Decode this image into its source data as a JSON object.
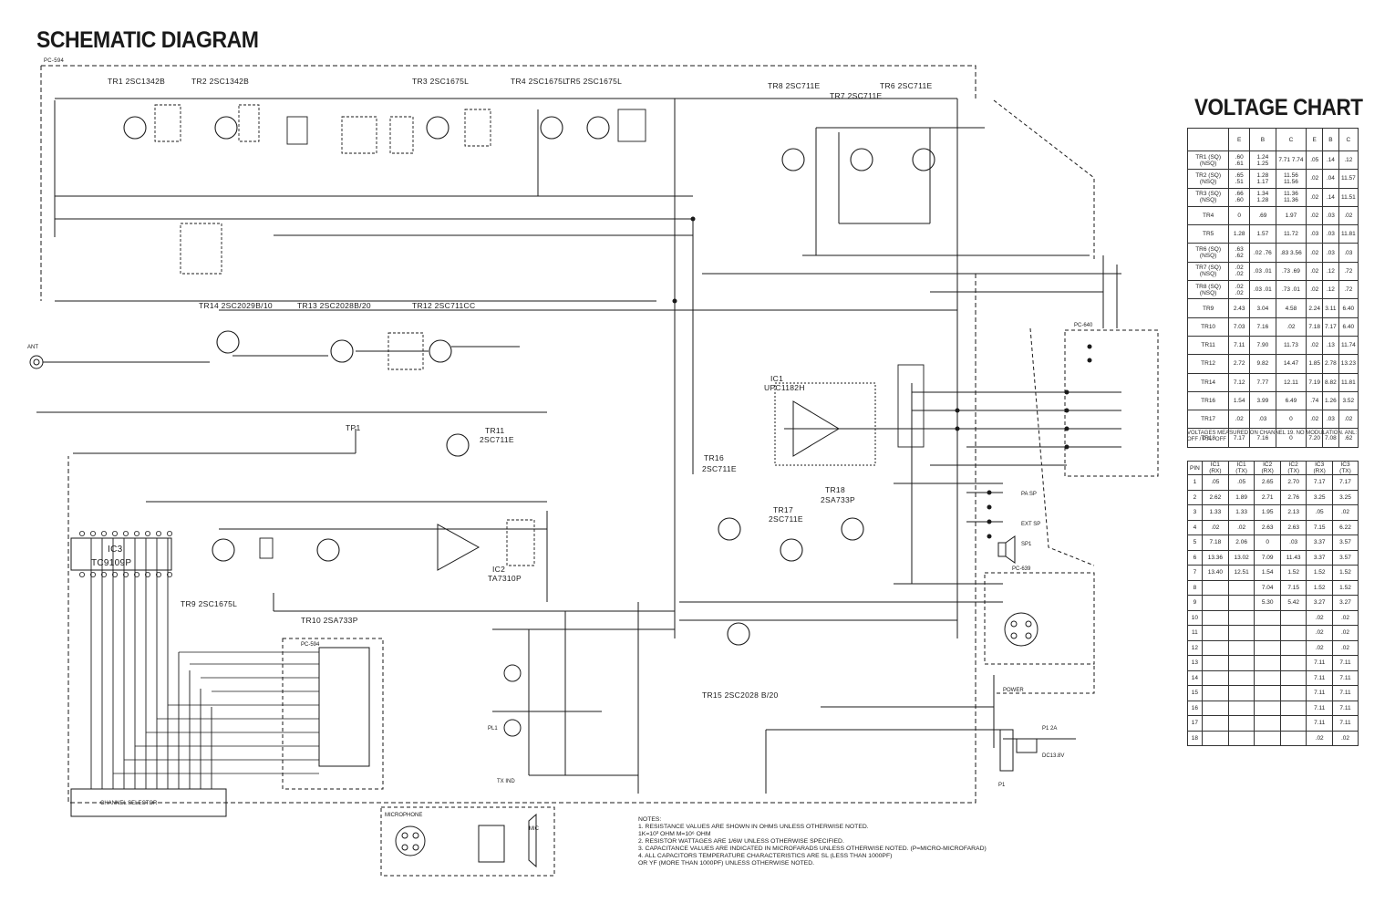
{
  "title": "SCHEMATIC DIAGRAM",
  "board_labels": {
    "main": "PC-594",
    "sub_ch": "PC-594",
    "pc640": "PC-640",
    "pc639": "PC-639"
  },
  "transistors": [
    {
      "id": "tr1",
      "label": "TR1  2SC1342B"
    },
    {
      "id": "tr2",
      "label": "TR2  2SC1342B"
    },
    {
      "id": "tr3",
      "label": "TR3  2SC1675L"
    },
    {
      "id": "tr4",
      "label": "TR4  2SC1675L"
    },
    {
      "id": "tr5",
      "label": "TR5  2SC1675L"
    },
    {
      "id": "tr8",
      "label": "TR8  2SC711E"
    },
    {
      "id": "tr7",
      "label": "TR7  2SC711E"
    },
    {
      "id": "tr6",
      "label": "TR6  2SC711E"
    },
    {
      "id": "tr14",
      "label": "TR14  2SC2029B/10"
    },
    {
      "id": "tr13",
      "label": "TR13  2SC2028B/20"
    },
    {
      "id": "tr12",
      "label": "TR12  2SC711CC"
    },
    {
      "id": "tr11",
      "label": "TR11 2SC711E"
    },
    {
      "id": "tr16",
      "label": "TR16 2SC711E"
    },
    {
      "id": "tr17",
      "label": "TR17 2SC711E"
    },
    {
      "id": "tr18",
      "label": "TR18 2SA733P"
    },
    {
      "id": "tr9",
      "label": "TR9  2SC1675L"
    },
    {
      "id": "tr10",
      "label": "TR10  2SA733P"
    },
    {
      "id": "tr15",
      "label": "TR15 2SC2028 B/20"
    }
  ],
  "ics": {
    "ic1": "IC1",
    "ic1_part": "UPC1182H",
    "ic2": "IC2",
    "ic2_part": "TA7310P",
    "ic3": "IC3",
    "ic3_part": "TC9109P"
  },
  "misc_labels": {
    "tp1": "TP1",
    "ant": "ANT",
    "mic": "MIC",
    "tx_ind": "TX IND",
    "channel_selector": "CHANNEL SELECTOR",
    "sp1": "SP1",
    "pl1": "PL1",
    "p1": "P1",
    "power": "POWER",
    "pa_sp": "PA SP",
    "ext_sp": "EXT SP",
    "microphone": "MICROPHONE",
    "fuse": "P1 2A",
    "dc_in": "DC13.8V"
  },
  "voltage_chart": {
    "title": "VOLTAGE CHART",
    "header": [
      "",
      "E",
      "B",
      "C",
      "E",
      "B",
      "C"
    ],
    "rows": [
      [
        "TR1 (SQ) (NSQ)",
        ".60 .61",
        "1.24 1.25",
        "7.71 7.74",
        ".05",
        ".14",
        ".12"
      ],
      [
        "TR2 (SQ) (NSQ)",
        ".65 .51",
        "1.28 1.17",
        "11.56 11.56",
        ".02",
        ".04",
        "11.57"
      ],
      [
        "TR3 (SQ) (NSQ)",
        ".66 .60",
        "1.34 1.28",
        "11.36 11.36",
        ".02",
        ".14",
        "11.51"
      ],
      [
        "TR4",
        "0",
        ".69",
        "1.97",
        ".02",
        ".03",
        ".02"
      ],
      [
        "TR5",
        "1.28",
        "1.57",
        "11.72",
        ".03",
        ".03",
        "11.81"
      ],
      [
        "TR6 (SQ) (NSQ)",
        ".63 .62",
        ".02 .76",
        ".83 3.56",
        ".02",
        ".03",
        ".03"
      ],
      [
        "TR7 (SQ) (NSQ)",
        ".02 .02",
        ".03 .01",
        ".73 .69",
        ".02",
        ".12",
        ".72"
      ],
      [
        "TR8 (SQ) (NSQ)",
        ".02 .02",
        ".03 .01",
        ".73 .01",
        ".02",
        ".12",
        ".72"
      ],
      [
        "TR9",
        "2.43",
        "3.04",
        "4.58",
        "2.24",
        "3.11",
        "6.40"
      ],
      [
        "TR10",
        "7.03",
        "7.16",
        ".02",
        "7.18",
        "7.17",
        "6.40"
      ],
      [
        "TR11",
        "7.11",
        "7.90",
        "11.73",
        ".02",
        ".13",
        "11.74"
      ],
      [
        "TR12",
        "2.72",
        "9.82",
        "14.47",
        "1.85",
        "2.78",
        "13.23"
      ],
      [
        "TR14",
        "7.12",
        "7.77",
        "12.11",
        "7.19",
        "8.82",
        "11.81"
      ],
      [
        "TR16",
        "1.54",
        "3.99",
        "6.49",
        ".74",
        "1.26",
        "3.52"
      ],
      [
        "TR17",
        ".02",
        ".03",
        "0",
        ".02",
        ".03",
        ".02"
      ],
      [
        "TR18",
        "7.17",
        "7.16",
        "0",
        "7.20",
        "7.08",
        ".62"
      ]
    ],
    "note": "Voltages measured on channel 19. No modulation. ANL: OFF / P.A.: OFF",
    "ic_header": [
      "PIN",
      "IC1 (RX)",
      "IC1 (TX)",
      "IC2 (RX)",
      "IC2 (TX)",
      "IC3 (RX)",
      "IC3 (TX)"
    ],
    "ic_rows": [
      [
        "1",
        ".05",
        ".05",
        "2.65",
        "2.70",
        "7.17",
        "7.17"
      ],
      [
        "2",
        "2.62",
        "1.89",
        "2.71",
        "2.76",
        "3.25",
        "3.25"
      ],
      [
        "3",
        "1.33",
        "1.33",
        "1.95",
        "2.13",
        ".05",
        ".02"
      ],
      [
        "4",
        ".02",
        ".02",
        "2.63",
        "2.63",
        "7.15",
        "6.22"
      ],
      [
        "5",
        "7.18",
        "2.06",
        "0",
        ".03",
        "3.37",
        "3.57"
      ],
      [
        "6",
        "13.36",
        "13.02",
        "7.09",
        "11.43",
        "3.37",
        "3.57"
      ],
      [
        "7",
        "13.40",
        "12.51",
        "1.54",
        "1.52",
        "1.52",
        "1.52"
      ],
      [
        "8",
        "",
        "",
        "7.04",
        "7.15",
        "1.52",
        "1.52"
      ],
      [
        "9",
        "",
        "",
        "5.30",
        "5.42",
        "3.27",
        "3.27"
      ],
      [
        "10",
        "",
        "",
        "",
        "",
        ".02",
        ".02"
      ],
      [
        "11",
        "",
        "",
        "",
        "",
        ".02",
        ".02"
      ],
      [
        "12",
        "",
        "",
        "",
        "",
        ".02",
        ".02"
      ],
      [
        "13",
        "",
        "",
        "",
        "",
        "7.11",
        "7.11"
      ],
      [
        "14",
        "",
        "",
        "",
        "",
        "7.11",
        "7.11"
      ],
      [
        "15",
        "",
        "",
        "",
        "",
        "7.11",
        "7.11"
      ],
      [
        "16",
        "",
        "",
        "",
        "",
        "7.11",
        "7.11"
      ],
      [
        "17",
        "",
        "",
        "",
        "",
        "7.11",
        "7.11"
      ],
      [
        "18",
        "",
        "",
        "",
        "",
        ".02",
        ".02"
      ]
    ]
  },
  "notes": [
    "NOTES:",
    "1. RESISTANCE VALUES ARE SHOWN IN OHMS UNLESS OTHERWISE NOTED.",
    "   1K=10³ OHM   M=10⁶ OHM",
    "2. RESISTOR WATTAGES ARE 1/6W UNLESS OTHERWISE SPECIFIED.",
    "3. CAPACITANCE VALUES ARE INDICATED IN MICROFARADS UNLESS OTHERWISE NOTED. (P=MICRO-MICROFARAD)",
    "4. ALL CAPACITORS TEMPERATURE CHARACTERISTICS ARE SL (LESS THAN 1000PF)",
    "   OR YF (MORE THAN 1000PF) UNLESS OTHERWISE NOTED."
  ]
}
